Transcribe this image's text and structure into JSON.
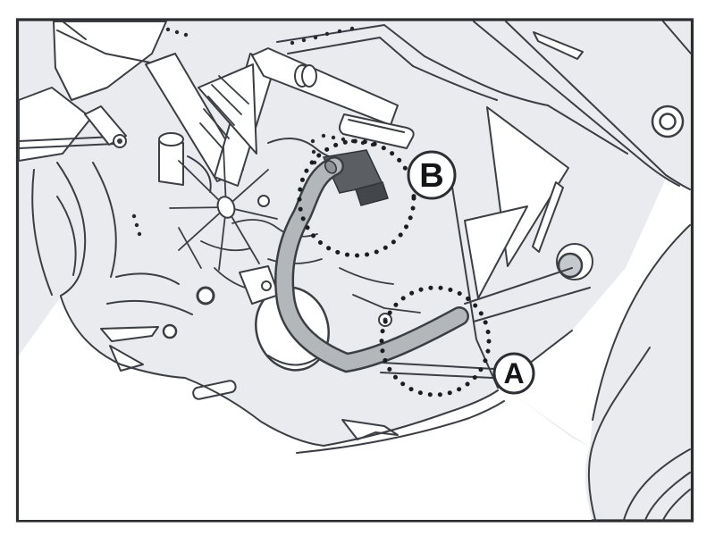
{
  "figure": {
    "name": "motorcycle-engine-guard-mounting-diagram",
    "callouts": [
      {
        "id": "A",
        "label": "A"
      },
      {
        "id": "B",
        "label": "B"
      }
    ],
    "highlight_circles": [
      {
        "name": "upper-mount-dotted-circle"
      },
      {
        "name": "lower-mount-dotted-circle"
      }
    ],
    "colors": {
      "background": "#e9ebee",
      "paper": "#ffffff",
      "line": "#3b3f44",
      "frame_border": "#2b2d30",
      "guard_tube": "#b3b7ba",
      "connector_dark": "#5b5f64",
      "connector_darker": "#43474b",
      "dotted_circle": "#1b1d1f",
      "callout_stroke": "#2c2f33",
      "callout_fill": "#ffffff",
      "letter": "#141518"
    }
  }
}
